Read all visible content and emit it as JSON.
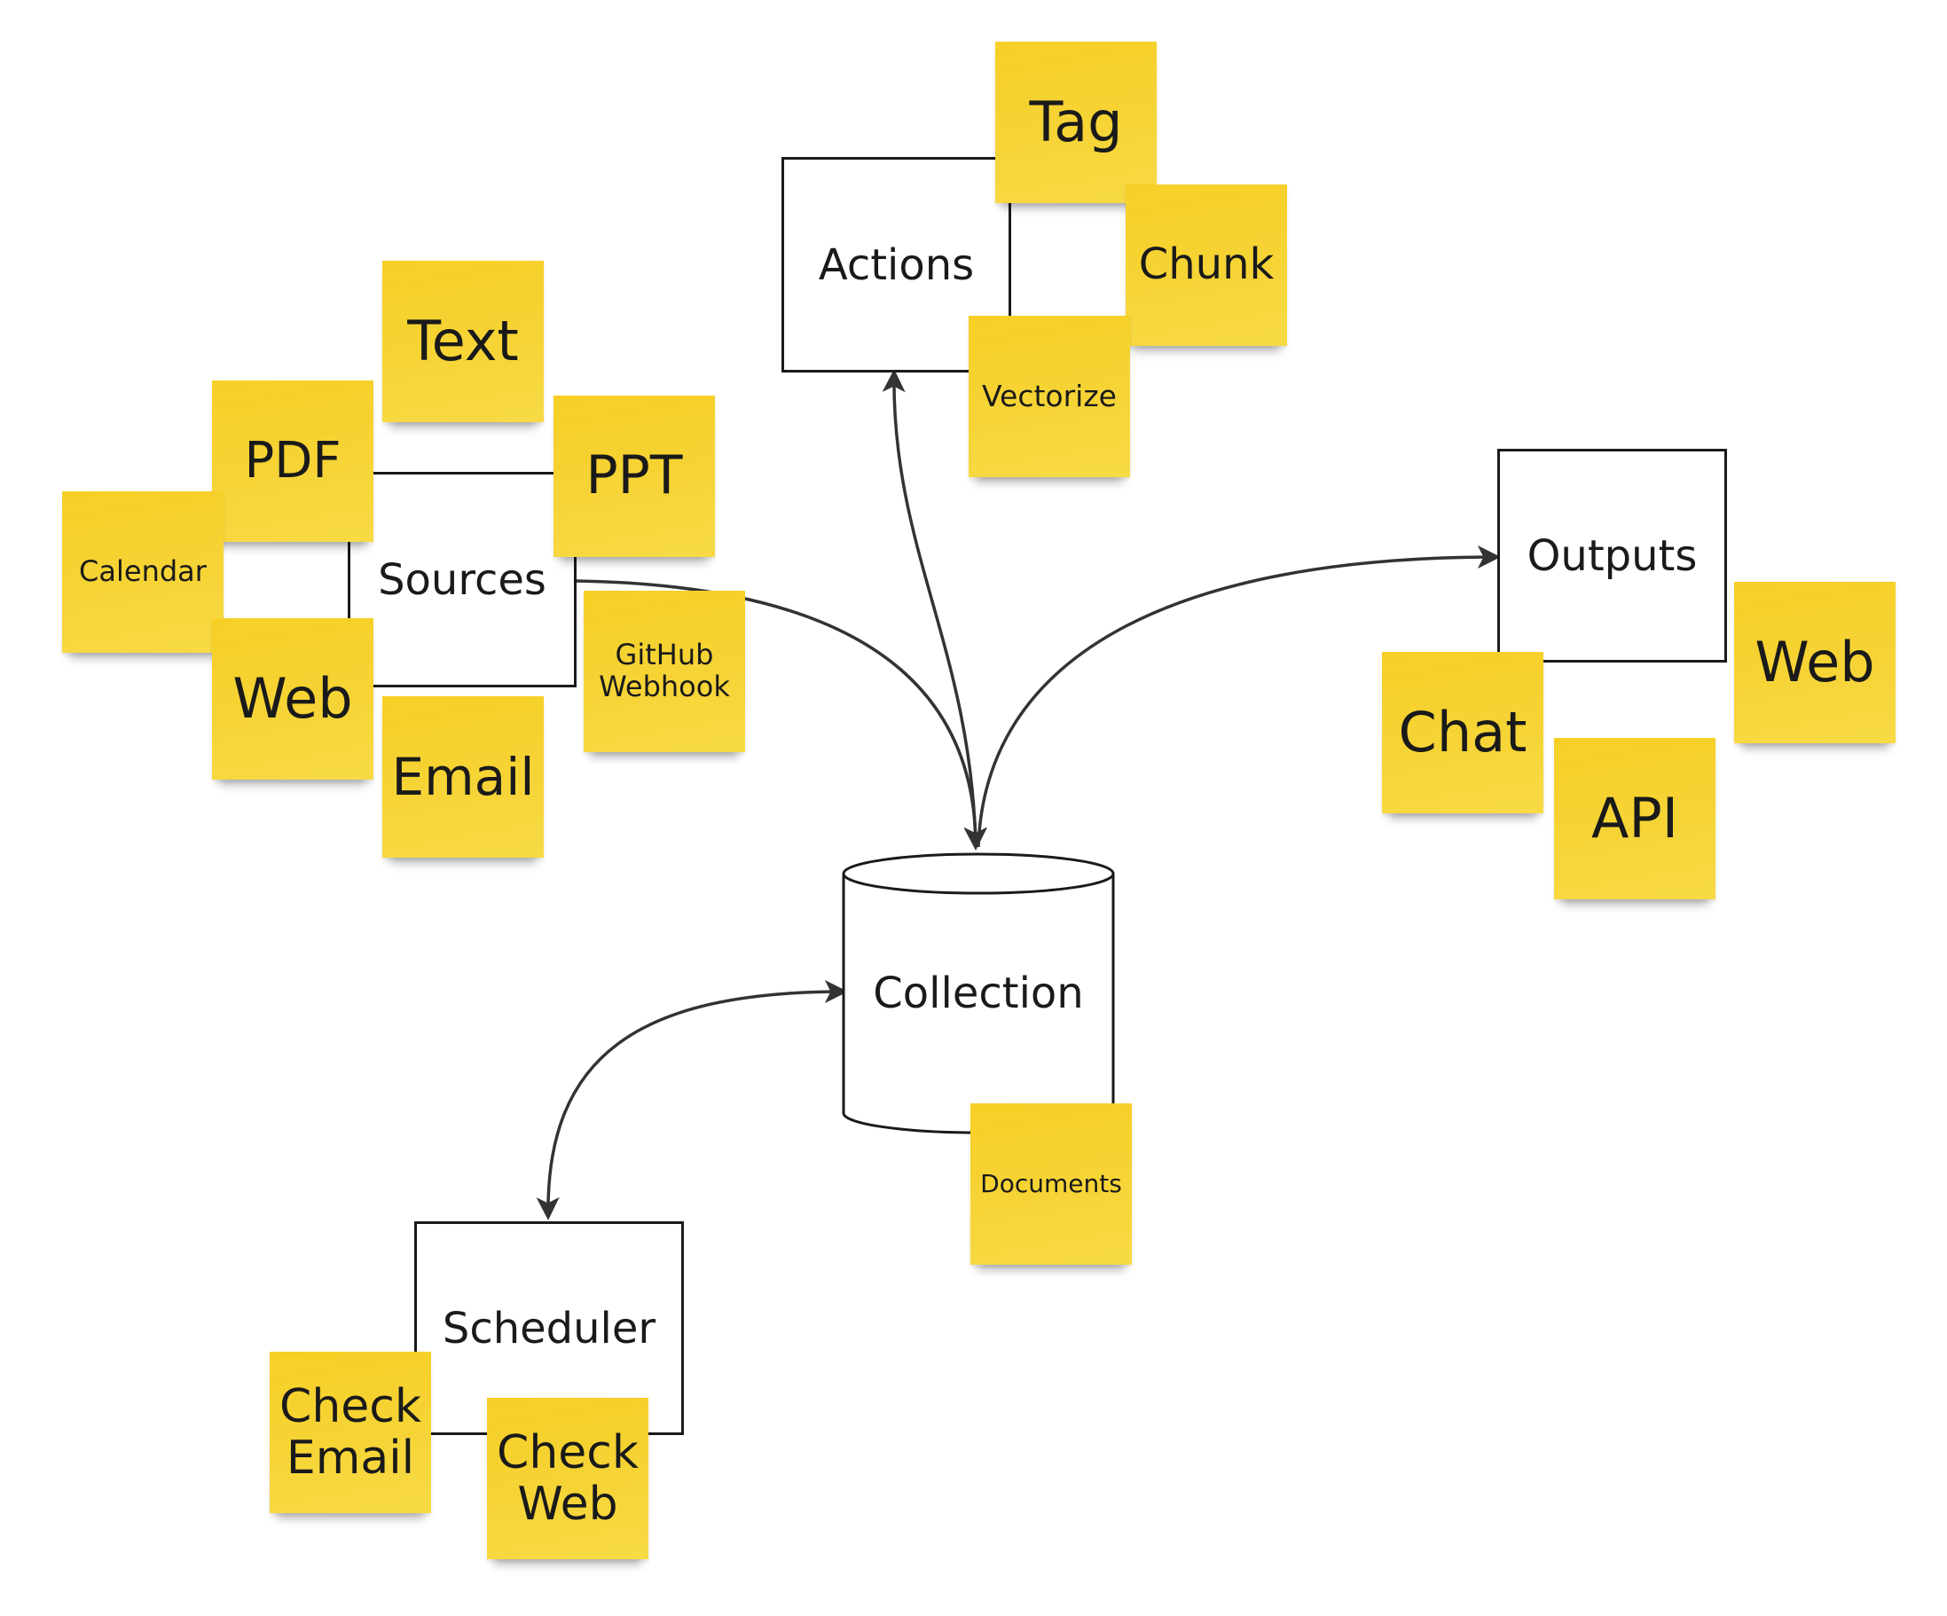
{
  "diagram": {
    "nodes": {
      "actions": "Actions",
      "sources": "Sources",
      "outputs": "Outputs",
      "collection": "Collection",
      "scheduler": "Scheduler"
    },
    "stickies": {
      "tag": "Tag",
      "chunk": "Chunk",
      "vectorize": "Vectorize",
      "text": "Text",
      "pdf": "PDF",
      "ppt": "PPT",
      "calendar": "Calendar",
      "web_source": "Web",
      "github_webhook": "GitHub\nWebhook",
      "email": "Email",
      "chat": "Chat",
      "web_output": "Web",
      "api": "API",
      "documents": "Documents",
      "check_email": "Check\nEmail",
      "check_web": "Check\nWeb"
    },
    "colors": {
      "sticky": "#f6d436",
      "line": "#333333",
      "box_border": "#1a1a1a"
    }
  }
}
